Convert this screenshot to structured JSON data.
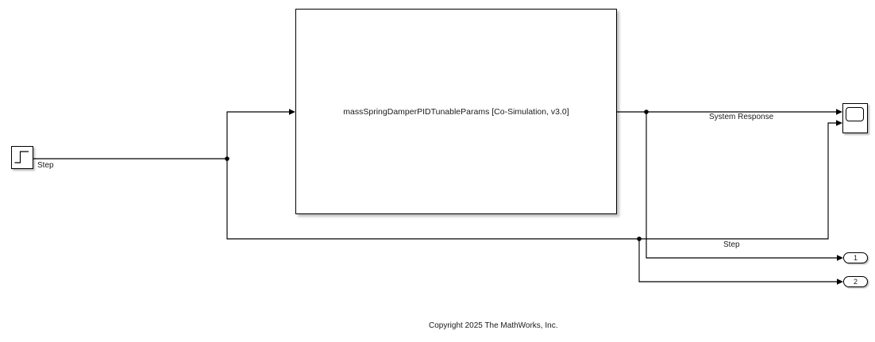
{
  "diagram": {
    "blocks": {
      "step_source": {
        "label": "Step",
        "icon": "step-signal-icon"
      },
      "subsystem": {
        "label": "massSpringDamperPIDTunableParams [Co-Simulation, v3.0]"
      },
      "scope": {
        "icon": "scope-screen-icon",
        "inputs": 2
      },
      "outport1": {
        "label": "1"
      },
      "outport2": {
        "label": "2"
      }
    },
    "signal_labels": {
      "system_response": "System Response",
      "step": "Step"
    },
    "annotations": {
      "copyright": "Copyright 2025 The MathWorks, Inc."
    },
    "colors": {
      "line": "#000000",
      "block_fill": "#ffffff",
      "block_border": "#000000",
      "text": "#1a1a1a",
      "background": "#ffffff"
    }
  }
}
